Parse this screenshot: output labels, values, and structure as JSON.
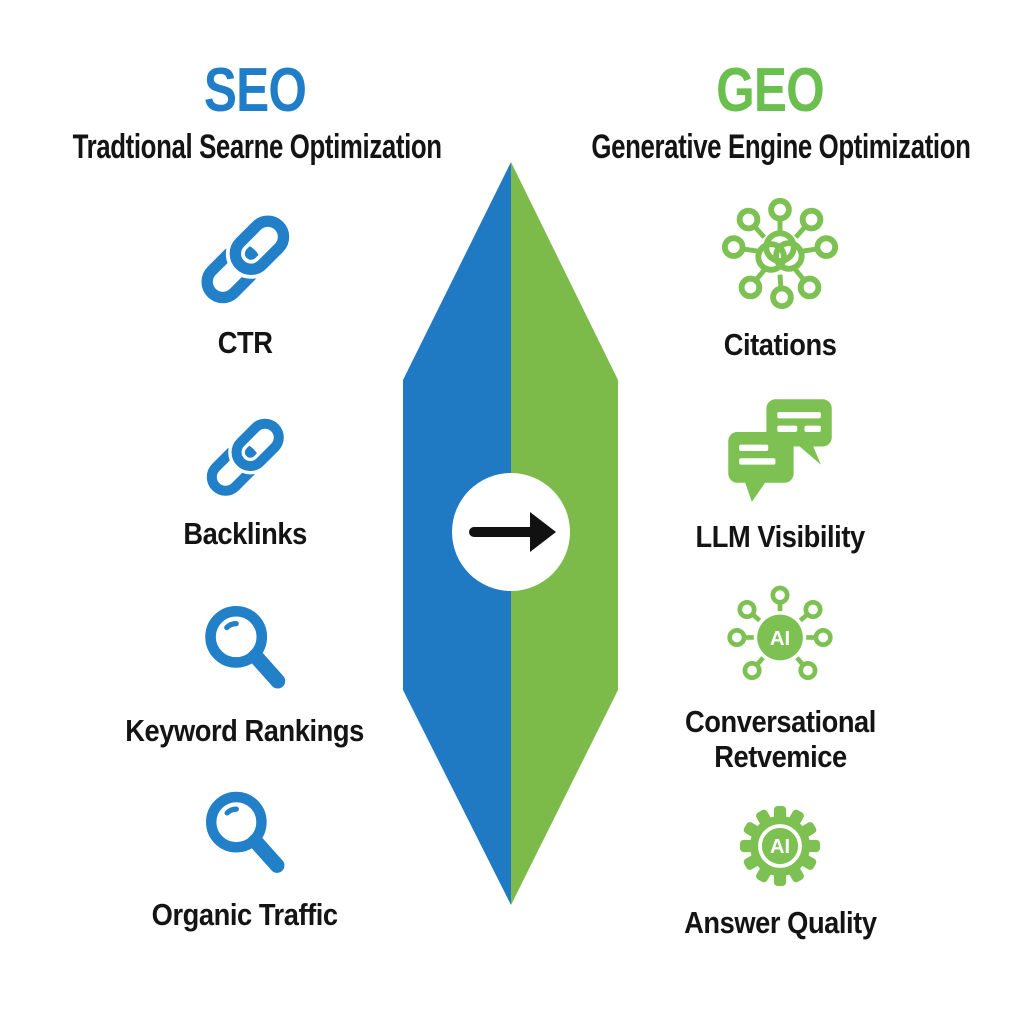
{
  "colors": {
    "background": "#ffffff",
    "seo_blue": "#1f7ec7",
    "geo_green": "#6abf4e",
    "icon_blue": "#2180c8",
    "icon_green": "#7dc153",
    "shape_blue": "#2079c3",
    "shape_green": "#7cba4a",
    "text_black": "#141414",
    "arrow_black": "#111111"
  },
  "header_left": {
    "heading": "SEO",
    "subtitle": "Tradtional Searne Optimization"
  },
  "header_right": {
    "heading": "GEO",
    "subtitle": "Generative Engine Optimization"
  },
  "left_items": [
    {
      "label": "CTR",
      "icon": "chain-link-icon"
    },
    {
      "label": "Backlinks",
      "icon": "chain-link-icon"
    },
    {
      "label": "Keyword Rankings",
      "icon": "magnifying-glass-icon"
    },
    {
      "label": "Organic Traffic",
      "icon": "magnifying-glass-icon"
    }
  ],
  "right_items": [
    {
      "label": "Citations",
      "icon": "network-hub-icon"
    },
    {
      "label": "LLM Visibility",
      "icon": "chat-bubbles-icon"
    },
    {
      "label_line1": "Conversational",
      "label_line2": "Retvemice",
      "icon": "ai-network-icon"
    },
    {
      "label": "Answer Quality",
      "icon": "ai-gear-icon"
    }
  ],
  "center_divider": {
    "arrow_icon": "right-arrow-icon"
  },
  "icon_text": {
    "ai_label": "AI"
  }
}
